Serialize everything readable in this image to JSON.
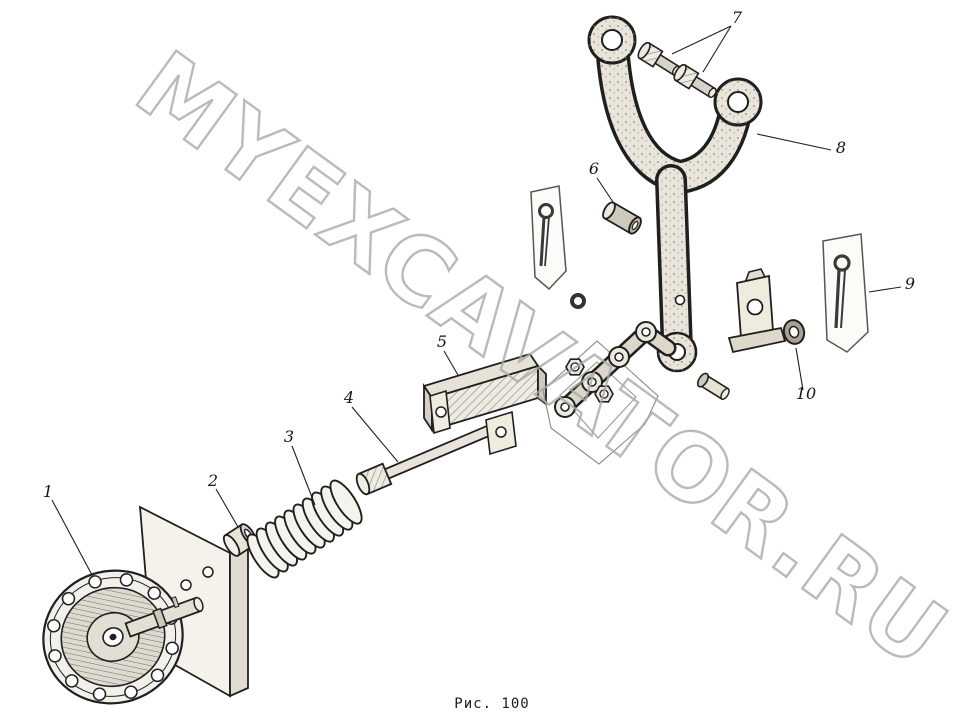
{
  "figure": {
    "caption": "Рис. 100",
    "watermark": "MYEXCAVATOR.RU"
  },
  "callouts": [
    "1",
    "2",
    "3",
    "4",
    "5",
    "6",
    "7",
    "8",
    "9",
    "10"
  ],
  "colors": {
    "paper": "#ffffff",
    "ink": "#1f1f1f",
    "watermark": "#a9a9a9",
    "metal_light": "#edeade",
    "metal_mid": "#d8d3c6",
    "metal_dark": "#a9a294"
  }
}
